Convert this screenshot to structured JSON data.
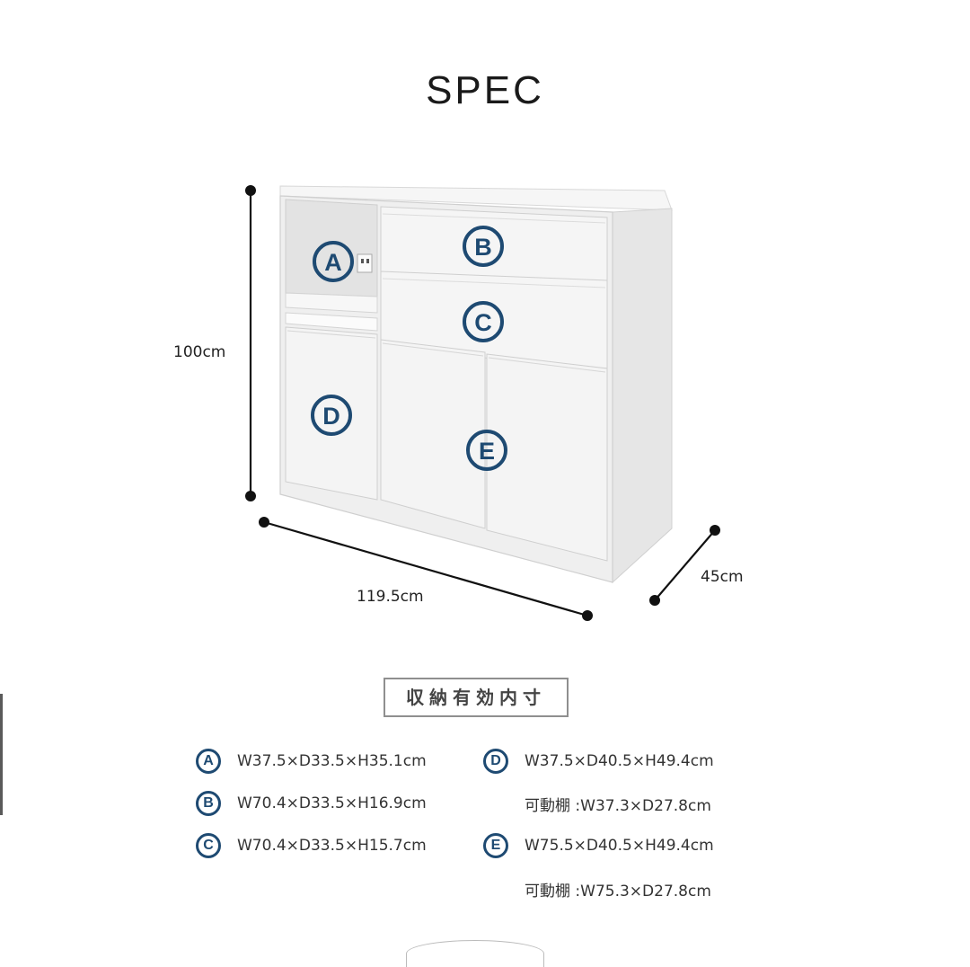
{
  "title": "SPEC",
  "dimensions": {
    "height": "100cm",
    "width": "119.5cm",
    "depth": "45cm"
  },
  "compartment_labels": [
    "A",
    "B",
    "C",
    "D",
    "E"
  ],
  "section_title": "収納有効内寸",
  "specs": [
    {
      "badge": "A",
      "text": "W37.5×D33.5×H35.1cm"
    },
    {
      "badge": "B",
      "text": "W70.4×D33.5×H16.9cm"
    },
    {
      "badge": "C",
      "text": "W70.4×D33.5×H15.7cm"
    },
    {
      "badge": "D",
      "text": "W37.5×D40.5×H49.4cm",
      "sub": "可動棚 :W37.3×D27.8cm"
    },
    {
      "badge": "E",
      "text": "W75.5×D40.5×H49.4cm",
      "sub": "可動棚 :W75.3×D27.8cm"
    }
  ],
  "colors": {
    "badge": "#1e4a72",
    "cabinet": "#f2f2f2",
    "line": "#111111"
  }
}
